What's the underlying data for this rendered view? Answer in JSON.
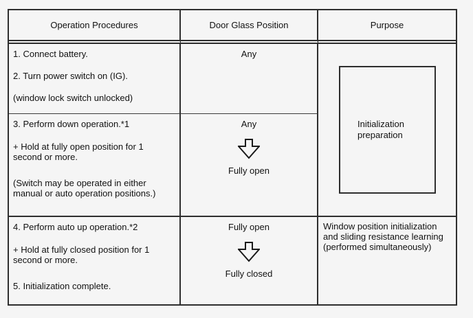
{
  "colors": {
    "page_background": "#f5f5f5",
    "border": "#2e2e2e",
    "text": "#111111"
  },
  "table": {
    "headers": [
      "Operation Procedures",
      "Door Glass Position",
      "Purpose"
    ],
    "rows": [
      {
        "procedures": [
          "1. Connect battery.",
          "2. Turn power switch on (IG).",
          "(window lock switch unlocked)"
        ],
        "door_glass": {
          "position": "Any"
        },
        "purpose": "Initialization preparation"
      },
      {
        "procedures": [
          "3. Perform down operation.*1",
          "+ Hold at fully open position for 1 second or more.",
          "(Switch may be operated in either manual or auto operation positions.)"
        ],
        "door_glass": {
          "from": "Any",
          "arrow_icon": "down-arrow",
          "to": "Fully open"
        }
      },
      {
        "procedures": [
          "4. Perform auto up operation.*2",
          "+ Hold at fully closed position for 1 second or more.",
          "5. Initialization complete."
        ],
        "door_glass": {
          "from": "Fully open",
          "arrow_icon": "down-arrow",
          "to": "Fully closed"
        },
        "purpose": "Window position initialization and sliding resistance learning (performed simultaneously)"
      }
    ]
  }
}
